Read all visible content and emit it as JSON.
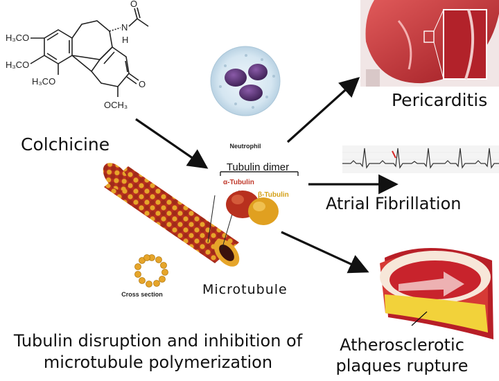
{
  "labels": {
    "drug": "Colchicine",
    "neutrophil": "Neutrophil",
    "tubulin_dimer": "Tubulin dimer",
    "alpha_tubulin": "α-Tubulin",
    "beta_tubulin": "β-Tubulin",
    "microtubule": "Microtubule",
    "cross_section": "Cross section",
    "mechanism_line1": "Tubulin disruption and inhibition of",
    "mechanism_line2": "microtubule polymerization",
    "outcome_pericarditis": "Pericarditis",
    "outcome_af": "Atrial Fibrillation",
    "outcome_athero_line1": "Atherosclerotic",
    "outcome_athero_line2": "plaques rupture"
  },
  "chem": {
    "g1": "H₃CO",
    "g2": "H₃CO",
    "g3": "H₃CO",
    "g4": "OCH₃",
    "n": "N",
    "h": "H",
    "o_carbonyl": "O",
    "o_amide": "O"
  },
  "colors": {
    "text": "#111111",
    "arrow": "#111111",
    "tubulin_orange": "#e0a020",
    "tubulin_red": "#b8301e",
    "alpha_label": "#c0392b",
    "beta_label": "#d4a017",
    "heart_red": "#c0262c",
    "plaque_yellow": "#f2d23a",
    "ecg_red": "#d62828"
  }
}
